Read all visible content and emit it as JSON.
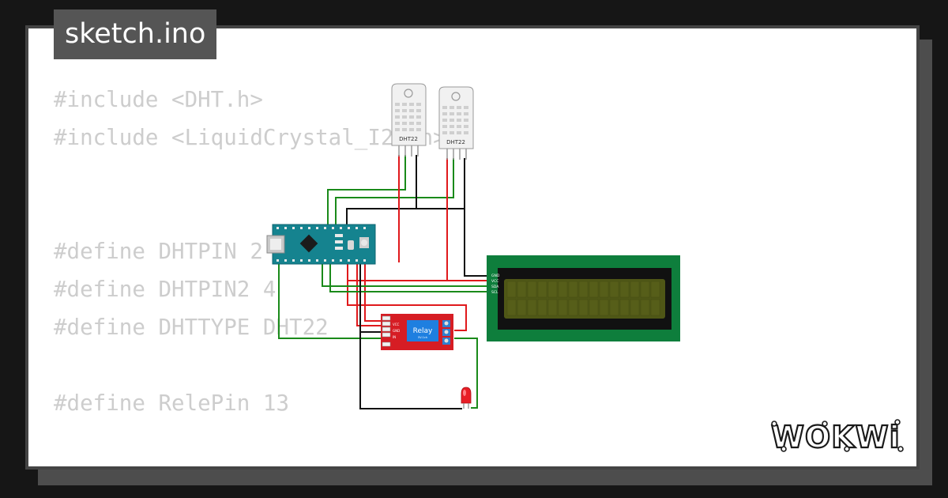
{
  "header": {
    "title": "sketch.ino"
  },
  "code": {
    "lines": [
      "#include <DHT.h>",
      "#include <LiquidCrystal_I2C.h>",
      "",
      "",
      "#define DHTPIN 2",
      "#define DHTPIN2 4",
      "#define DHTTYPE DHT22",
      "",
      "#define RelePin 13"
    ]
  },
  "diagram": {
    "sensor1_label": "DHT22",
    "sensor2_label": "DHT22",
    "relay_label": "Relay",
    "relay_sublabel": "5V-1ch",
    "lcd_pins": [
      "GND",
      "VCC",
      "SDA",
      "SCL"
    ],
    "relay_pins": [
      "VCC",
      "GND",
      "IN"
    ]
  },
  "brand": {
    "logo_text": "WOKWi"
  },
  "colors": {
    "background": "#161616",
    "card": "#ffffff",
    "card_border": "#444444",
    "title_tag": "#555555",
    "code_text": "#cdcdcd",
    "wire_red": "#e0191c",
    "wire_green": "#1a8a1a",
    "wire_black": "#111111",
    "board_teal": "#15838f",
    "lcd_board": "#0e7e3c",
    "lcd_screen": "#4f5716",
    "relay_red": "#d61d24",
    "led_red": "#e81e26"
  }
}
